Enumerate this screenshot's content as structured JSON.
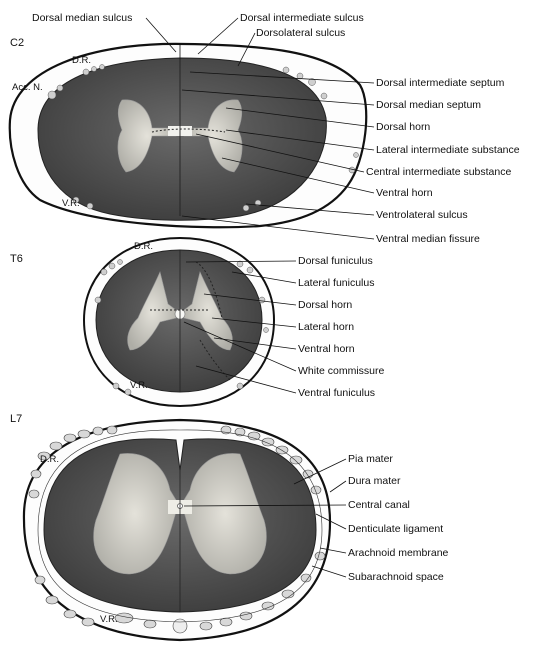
{
  "sections": {
    "c2": {
      "level": "C2",
      "labels": {
        "dr": "D.R.",
        "acc_n": "Acc. N.",
        "vr": "V.R.",
        "dorsal_median_sulcus": "Dorsal median sulcus",
        "dorsal_intermediate_sulcus": "Dorsal intermediate sulcus",
        "dorsolateral_sulcus": "Dorsolateral sulcus",
        "dorsal_intermediate_septum": "Dorsal intermediate septum",
        "dorsal_median_septum": "Dorsal median septum",
        "dorsal_horn": "Dorsal horn",
        "lateral_intermediate_substance": "Lateral intermediate substance",
        "central_intermediate_substance": "Central intermediate substance",
        "ventral_horn": "Ventral horn",
        "ventrolateral_sulcus": "Ventrolateral sulcus",
        "ventral_median_fissure": "Ventral median fissure"
      }
    },
    "t6": {
      "level": "T6",
      "labels": {
        "dr": "D.R.",
        "vr": "V.R.",
        "dorsal_funiculus": "Dorsal funiculus",
        "lateral_funiculus": "Lateral funiculus",
        "dorsal_horn": "Dorsal horn",
        "lateral_horn": "Lateral horn",
        "ventral_horn": "Ventral horn",
        "white_commissure": "White commissure",
        "ventral_funiculus": "Ventral funiculus"
      }
    },
    "l7": {
      "level": "L7",
      "labels": {
        "dr": "D.R.",
        "vr": "V.R.",
        "pia_mater": "Pia mater",
        "dura_mater": "Dura mater",
        "central_canal": "Central canal",
        "denticulate_ligament": "Denticulate ligament",
        "arachnoid_membrane": "Arachnoid membrane",
        "subarachnoid_space": "Subarachnoid space"
      }
    }
  },
  "colors": {
    "white_matter": "#4a4a4a",
    "gray_matter": "#cfcfc8",
    "outline": "#111111",
    "background": "#ffffff"
  }
}
